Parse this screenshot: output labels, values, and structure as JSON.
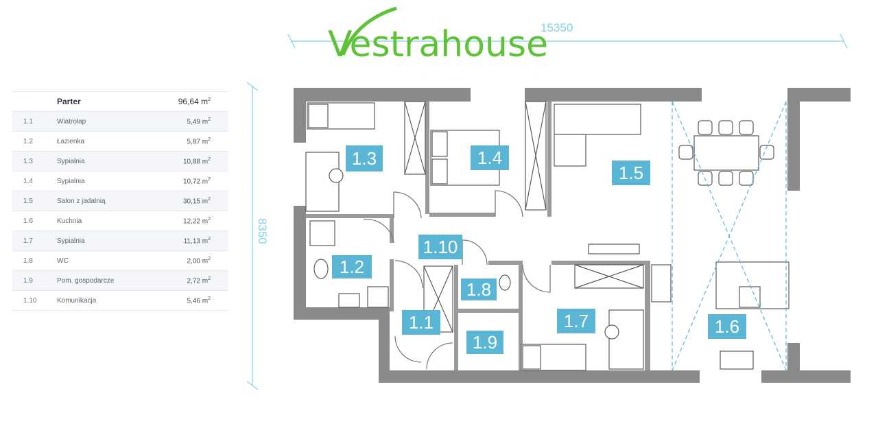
{
  "brand": {
    "name": "Vestrahouse",
    "color": "#5ec236"
  },
  "dimensions": {
    "width_label": "15350",
    "depth_label": "8350"
  },
  "table": {
    "header": {
      "label": "Parter",
      "area": "96,64 m",
      "sup": "2"
    },
    "rows": [
      {
        "no": "1.1",
        "name": "Wiatrołap",
        "area": "5,49 m",
        "sup": "2"
      },
      {
        "no": "1.2",
        "name": "Łazienka",
        "area": "5,87 m",
        "sup": "2"
      },
      {
        "no": "1.3",
        "name": "Sypialnia",
        "area": "10,88 m",
        "sup": "2"
      },
      {
        "no": "1.4",
        "name": "Sypialnia",
        "area": "10,72 m",
        "sup": "2"
      },
      {
        "no": "1.5",
        "name": "Salon z jadalnią",
        "area": "30,15 m",
        "sup": "2"
      },
      {
        "no": "1.6",
        "name": "Kuchnia",
        "area": "12,22 m",
        "sup": "2"
      },
      {
        "no": "1.7",
        "name": "Sypialnia",
        "area": "11,13 m",
        "sup": "2"
      },
      {
        "no": "1.8",
        "name": "WC",
        "area": "2,00 m",
        "sup": "2"
      },
      {
        "no": "1.9",
        "name": "Pom. gospodarcze",
        "area": "2,72 m",
        "sup": "2"
      },
      {
        "no": "1.10",
        "name": "Komunikacja",
        "area": "5,46 m",
        "sup": "2"
      }
    ]
  },
  "plan": {
    "room_labels": [
      "1.1",
      "1.2",
      "1.3",
      "1.4",
      "1.5",
      "1.6",
      "1.7",
      "1.8",
      "1.9",
      "1.10"
    ],
    "wall_color": "#8a8a8a",
    "label_bg": "#5bb6d6",
    "dimension_color": "#7fd3ea"
  }
}
